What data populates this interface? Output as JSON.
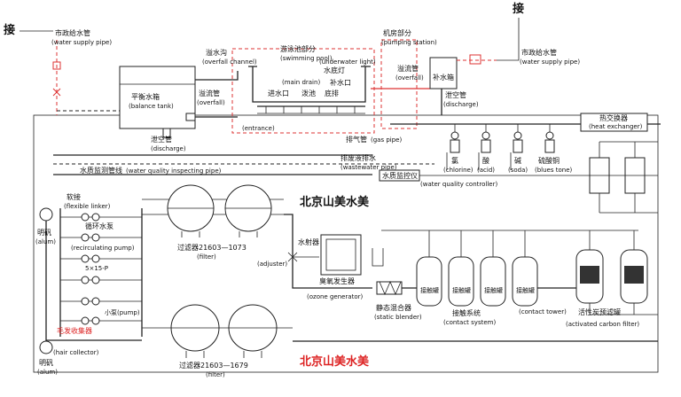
{
  "labels": {
    "connect_left": "接",
    "connect_right": "接",
    "water_supply_left_cn": "市政给水管",
    "water_supply_left_en": "(water supply pipe)",
    "water_supply_right_cn": "市政给水管",
    "water_supply_right_en": "(water supply pipe)",
    "overflow_channel_cn": "溢水沟",
    "overflow_channel_en": "(overfall channel)",
    "swimming_pool_cn": "游泳池部分",
    "swimming_pool_en": "(swimming pool)",
    "underwater_light_en": "(underwater light)",
    "underwater_light_cn": "水底灯",
    "main_drain_en": "(main drain)",
    "inlet_cn": "进水口",
    "pool_wall_cn": "泼池",
    "pool_bottom_cn": "底排",
    "makeup_cn": "补水口",
    "pumping_station_cn": "机房部分",
    "pumping_station_en": "(pumping station)",
    "balance_tank_cn": "平衡水箱",
    "balance_tank_en": "(balance tank)",
    "overflow_pipe_cn": "溢流管",
    "overflow_pipe_en": "(overfall)",
    "discharge_left_cn": "泄空管",
    "discharge_left_en": "(discharge)",
    "entrance_en": "(entrance)",
    "overflow_right_cn": "溢流管",
    "overflow_right_en": "(overfall)",
    "makeup_tank_cn": "补水箱",
    "discharge_right_cn": "泄空管",
    "discharge_right_en": "(discharge)",
    "gas_pipe_cn": "排气管",
    "gas_pipe_en": "(gas pipe)",
    "wastewater_cn": "排废液排水",
    "wastewater_en": "(wastewater pipe)",
    "inspecting_cn": "水质监测管线",
    "inspecting_en": "(water quality inspecting pipe)",
    "controller_cn": "水质监控仪",
    "controller_en": "(water quality controller)",
    "chlorine_cn": "氯",
    "chlorine_en": "(chlorine)",
    "acid_cn": "酸",
    "acid_en": "(acid)",
    "soda_cn": "碱",
    "soda_en": "(soda)",
    "bluestone_cn": "硫酸铜",
    "bluestone_en": "(blues tone)",
    "heat_exchanger_cn": "热交换器",
    "heat_exchanger_en": "(heat exchanger)",
    "flexible_cn": "软接",
    "flexible_en": "(flexible linker)",
    "circulating_pump_cn": "循环水泵",
    "circulating_pump_en": "(recirculating pump)",
    "pump_model": "5×15-P",
    "small_pump": "小泵(pump)",
    "hair_collector_cn": "毛发收集器",
    "hair_collector_en": "(hair collector)",
    "alum_top_cn": "明矾",
    "alum_top_en": "(alum)",
    "alum_bottom_cn": "明矾",
    "alum_bottom_en": "(alum)",
    "filter_top_cn": "过滤器21603—1073",
    "filter_top_en": "(filter)",
    "filter_bottom_cn": "过滤器21603—1679",
    "filter_bottom_en": "(filter)",
    "watermark_top": "北京山美水美",
    "watermark_bottom": "北京山美水美",
    "ejector_cn": "水射器",
    "adjuster_en": "(adjuster)",
    "ozone_cn": "臭氧发生器",
    "ozone_en": "(ozone generator)",
    "static_cn": "静态混合器",
    "static_en": "(static blender)",
    "contact_system_cn": "接触系统",
    "contact_system_en": "(contact system)",
    "contact_tower_en": "(contact tower)",
    "contact_tank": "接触罐",
    "carbon_cn": "活性炭预滤罐",
    "carbon_en": "(activated carbon filter)"
  },
  "colors": {
    "line": "#222222",
    "accent_red": "#d22222",
    "background": "#ffffff"
  }
}
